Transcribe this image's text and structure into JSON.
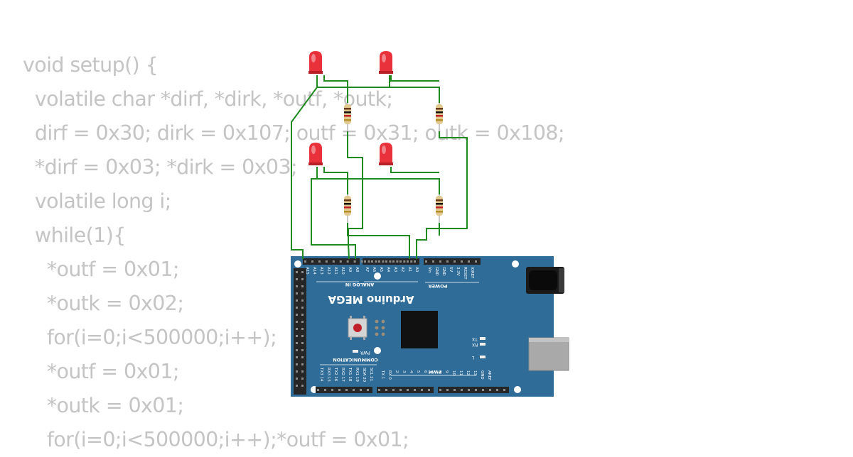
{
  "code_lines": [
    "void setup() {",
    "  volatile char *dirf, *dirk, *outf, *outk;",
    "  dirf = 0x30; dirk = 0x107; outf = 0x31; outk = 0x108;",
    "  *dirf = 0x03; *dirk = 0x03;",
    "  volatile long i;",
    "  while(1){",
    "    *outf = 0x01;",
    "    *outk = 0x02;",
    "    for(i=0;i<500000;i++);",
    "    *outf = 0x01;",
    "    *outk = 0x01;",
    "    for(i=0;i<500000;i++);*outf = 0x01;"
  ],
  "board": {
    "name": "Arduino MEGA",
    "colors": {
      "pcb": "#2f6c98",
      "wire": "#1f8a1f",
      "led": "#e8313a",
      "text": "#ffffff"
    },
    "section_labels": {
      "analog_in": "ANALOG IN",
      "power": "POWER",
      "pwm": "PWM",
      "communication": "COMMUNICATION"
    },
    "analog_pins": [
      "A15",
      "A14",
      "A13",
      "A12",
      "A11",
      "A10",
      "A9",
      "A8",
      "A7",
      "A6",
      "A5",
      "A4",
      "A3",
      "A2",
      "A1",
      "A0"
    ],
    "power_pins": [
      "Vin",
      "GND",
      "GND",
      "5V",
      "3.3V",
      "RESET",
      "IOREF"
    ],
    "pwm_pins": [
      "TX 1",
      "RX 0",
      "2",
      "3",
      "4",
      "5",
      "6",
      "7",
      "8",
      "9",
      "10",
      "11",
      "12",
      "13",
      "GND",
      "AREF"
    ],
    "comm_pins": [
      "TX3 14",
      "RX3 15",
      "TX2 16",
      "RX2 17",
      "TX1 18",
      "RX1 19",
      "SDA 20",
      "SCL 21"
    ],
    "leds": [
      "TX",
      "RX",
      "L",
      "PWR"
    ]
  }
}
